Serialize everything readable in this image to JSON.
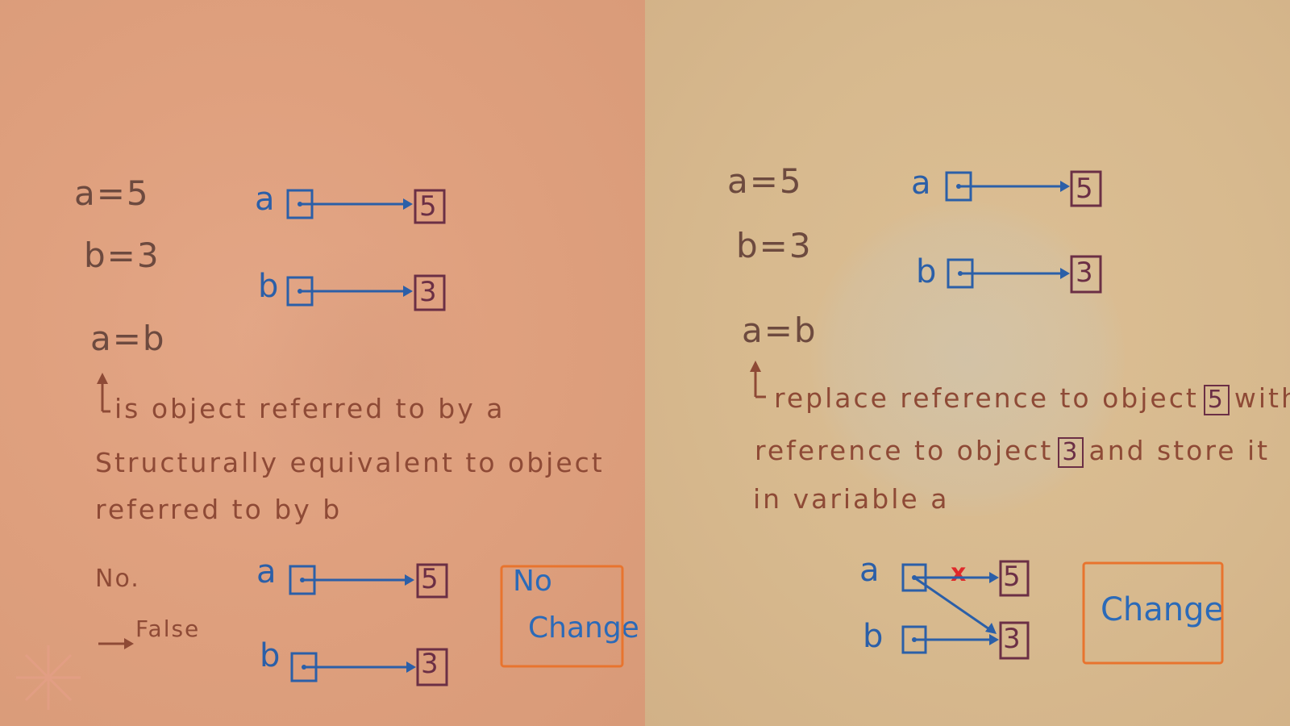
{
  "left": {
    "code": {
      "line1": "a=5",
      "line2": "b=3",
      "line3": "a=b"
    },
    "question_lines": [
      "is object referred to by a",
      "Structurally equivalent to object",
      "referred to by b"
    ],
    "answer": "No.",
    "answer_result": "False",
    "result_box": {
      "line1": "No",
      "line2": "Change"
    },
    "diagram_top": {
      "var_a": "a",
      "var_b": "b",
      "obj_a": "5",
      "obj_b": "3"
    },
    "diagram_bottom": {
      "var_a": "a",
      "var_b": "b",
      "obj_a": "5",
      "obj_b": "3"
    }
  },
  "right": {
    "code": {
      "line1": "a=5",
      "line2": "b=3",
      "line3": "a=b"
    },
    "explanation": {
      "line1_pre": "replace reference to object",
      "line1_box": "5",
      "line1_post": "with",
      "line2_pre": "reference to object",
      "line2_box": "3",
      "line2_post": "and store it",
      "line3": "in variable a"
    },
    "result_box": "Change",
    "diagram_top": {
      "var_a": "a",
      "var_b": "b",
      "obj_a": "5",
      "obj_b": "3"
    },
    "diagram_bottom": {
      "var_a": "a",
      "var_b": "b",
      "obj_a": "5",
      "obj_b": "3"
    },
    "cross_mark": "x"
  },
  "colors": {
    "left_bg": "#dfa07e",
    "right_bg": "#d7b98e",
    "code_brown": "#6d4a3f",
    "note_red_brown": "#8e4a36",
    "variable_blue": "#2b5fa8",
    "object_maroon": "#6b2f45",
    "result_orange": "#e8742e",
    "cross_red": "#e0282a"
  }
}
